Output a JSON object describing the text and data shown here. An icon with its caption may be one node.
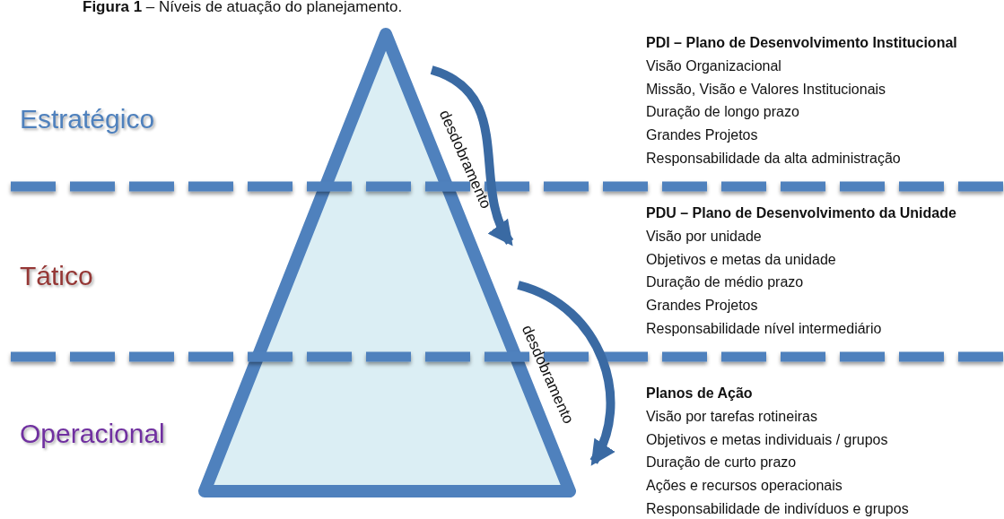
{
  "diagram": {
    "title": "**Figura 1** – Níveis de atuação do planejamento.",
    "nodes": [
      {
        "text": [],
        "shape": "triangle"
      },
      {
        "text": [],
        "shape": "band"
      },
      {
        "text": [],
        "shape": "band"
      }
    ],
    "edges": [
      {
        "from": 0,
        "to": 1,
        "arrow": "to",
        "label": "desdobramento"
      },
      {
        "from": 1,
        "to": 2,
        "arrow": "to",
        "label": "desdobramento"
      }
    ],
    "labels": [
      "Estratégico",
      "PDI – Plano de Desenvolvimento Institucional",
      "Visão Organizacional",
      "Missão, Visão e Valores Institucionais",
      "Duração de longo prazo",
      "Grandes Projetos",
      "Responsabilidade da alta administração",
      "Tático",
      "PDU – Plano de Desenvolvimento da Unidade",
      "Visão por unidade",
      "Objetivos e metas da unidade",
      "Duração de médio prazo",
      "Grandes Projetos",
      "Responsabilidade nível intermediário",
      "Operacional",
      "Planos de Ação",
      "Visão por tarefas rotineiras",
      "Objetivos e metas individuais / grupos",
      "Duração de curto prazo",
      "Ações e recursos operacionais",
      "Responsabilidade de indivíduos e grupos"
    ]
  }
}
